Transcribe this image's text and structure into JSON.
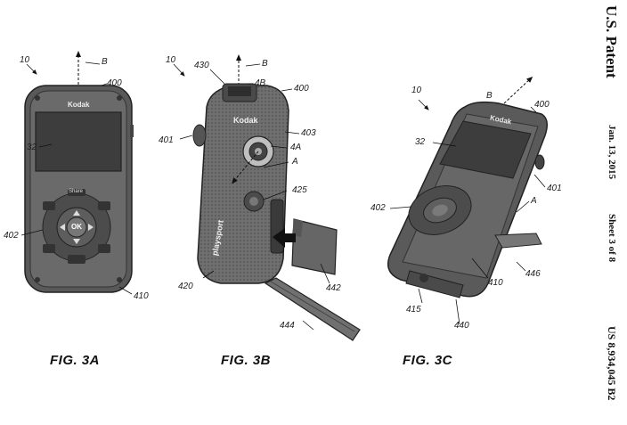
{
  "header": {
    "publisher": "U.S. Patent",
    "date": "Jan. 13, 2015",
    "sheet": "Sheet 3 of 8",
    "patent_number": "US 8,934,045 B2"
  },
  "figures": [
    {
      "label": "FIG. 3A"
    },
    {
      "label": "FIG. 3B"
    },
    {
      "label": "FIG. 3C"
    }
  ],
  "device": {
    "brand": "Kodak",
    "model_mark": "playsport",
    "ok_button": "OK",
    "top_button": "Share"
  },
  "refs": {
    "fig3a": [
      "10",
      "B",
      "400",
      "32",
      "402",
      "410"
    ],
    "fig3b": [
      "10",
      "430",
      "B",
      "4B",
      "400",
      "401",
      "403",
      "4A",
      "A",
      "425",
      "442",
      "420",
      "444"
    ],
    "fig3c": [
      "10",
      "B",
      "400",
      "32",
      "402",
      "401",
      "A",
      "446",
      "410",
      "415",
      "440"
    ]
  }
}
